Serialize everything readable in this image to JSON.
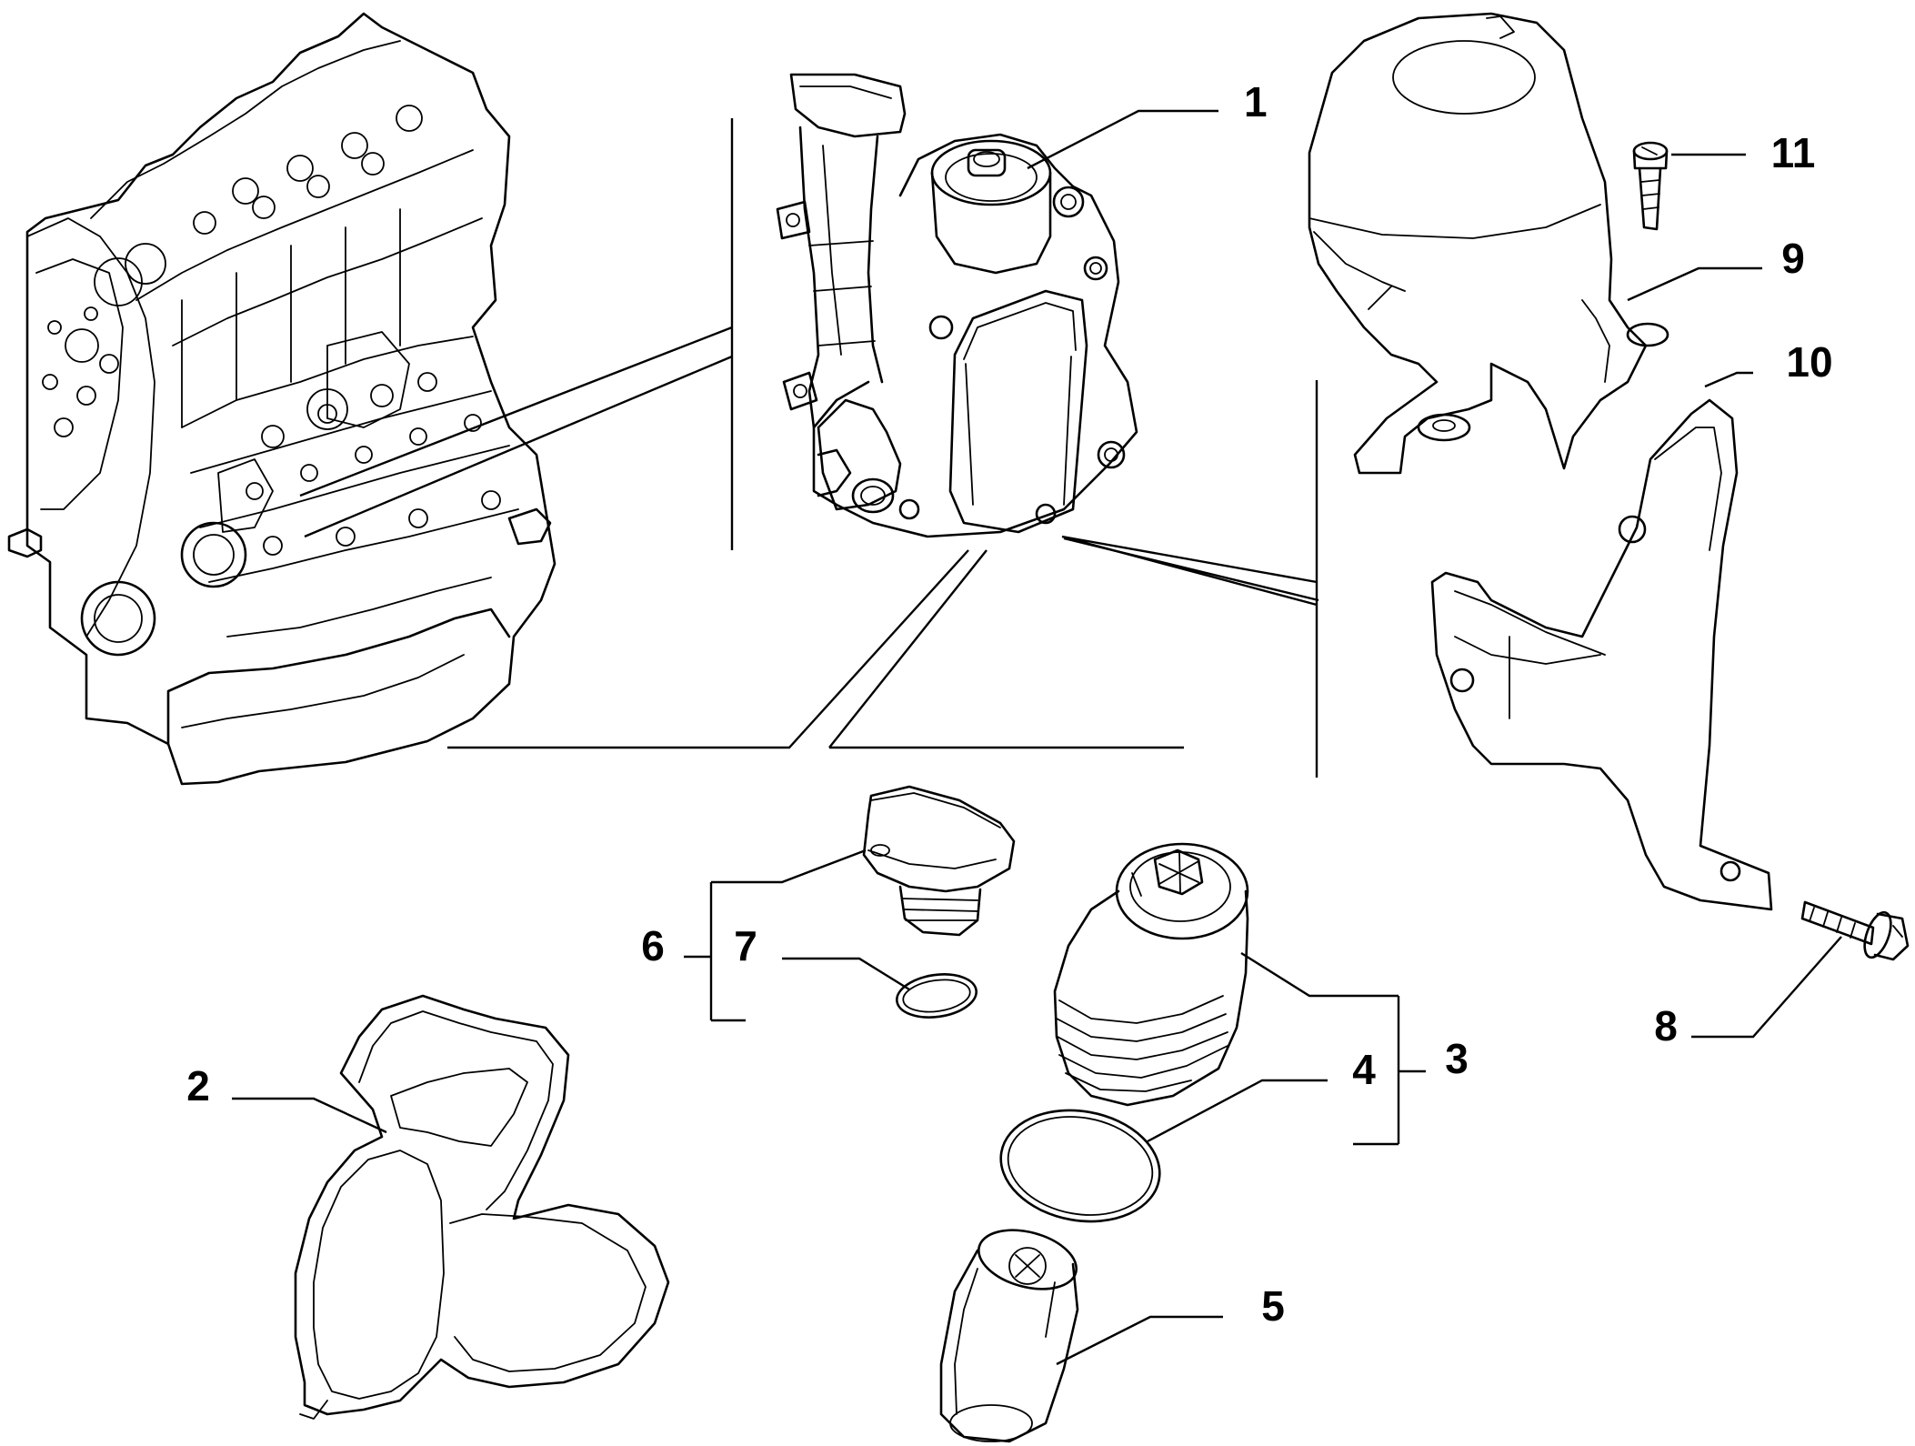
{
  "colors": {
    "background": "#ffffff",
    "line": "#000000"
  },
  "parts": [
    {
      "id": "engine-block",
      "icon": "engine-block-icon"
    },
    {
      "id": "oil-filter-housing-module",
      "icon": "oil-filter-housing-icon"
    },
    {
      "id": "housing-gasket",
      "icon": "gasket-icon"
    },
    {
      "id": "filter-cover",
      "icon": "filter-cover-icon"
    },
    {
      "id": "cover-o-ring",
      "icon": "o-ring-icon"
    },
    {
      "id": "filter-cartridge",
      "icon": "filter-cartridge-icon"
    },
    {
      "id": "filler-cap",
      "icon": "filler-cap-icon"
    },
    {
      "id": "cap-o-ring",
      "icon": "o-ring-icon"
    },
    {
      "id": "flange-bolt",
      "icon": "bolt-icon"
    },
    {
      "id": "heat-shield",
      "icon": "heat-shield-icon"
    },
    {
      "id": "bracket",
      "icon": "bracket-icon"
    },
    {
      "id": "shield-screw",
      "icon": "screw-icon"
    }
  ],
  "callouts": {
    "c1": "1",
    "c2": "2",
    "c3": "3",
    "c4": "4",
    "c5": "5",
    "c6": "6",
    "c7": "7",
    "c8": "8",
    "c9": "9",
    "c10": "10",
    "c11": "11"
  }
}
